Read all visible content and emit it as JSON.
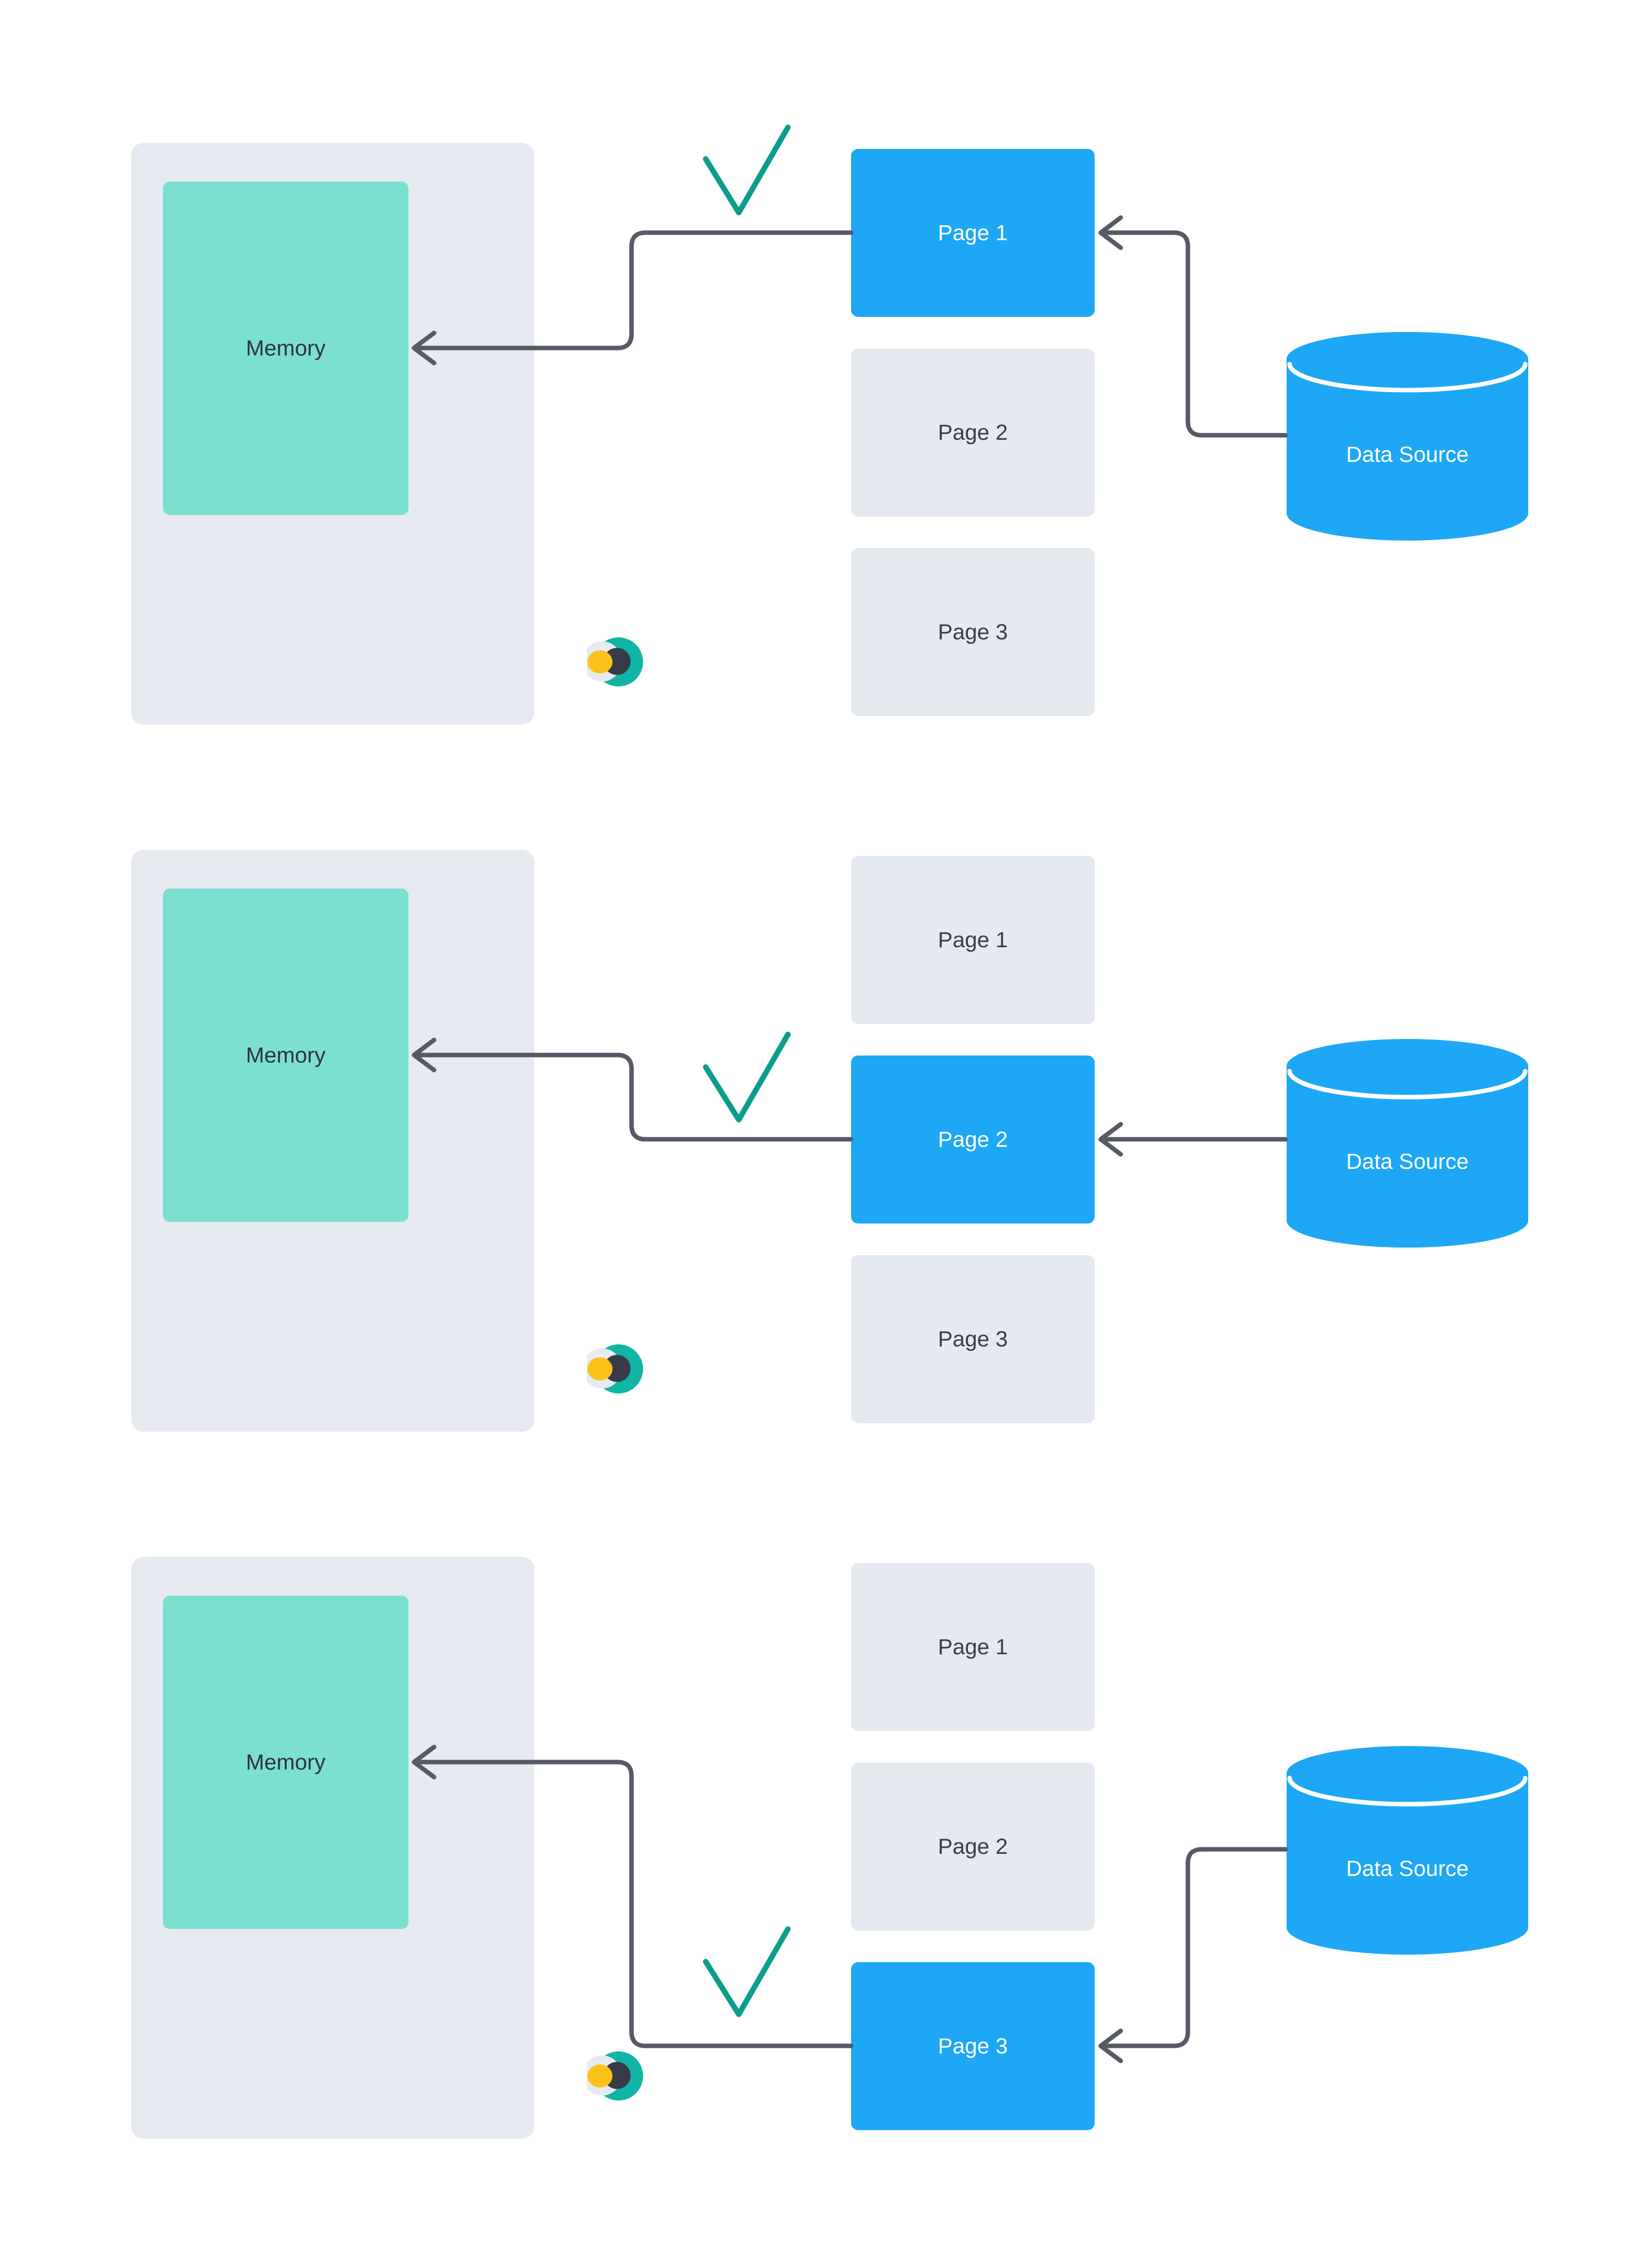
{
  "diagram_title": "",
  "colors": {
    "active_blue": "#1EA7F4",
    "memory_teal": "#7CE0D0",
    "panel_bg": "#E7EAF1",
    "inactive_page_bg": "#E5E9F0",
    "arrow_gray": "#565B66",
    "checkmark_teal": "#0C9D8D",
    "logo_teal": "#10B5A5",
    "logo_yellow": "#FBC21A",
    "logo_dark_navy": "#373B49",
    "dark_text": "#3A3F46",
    "light_text": "#FFFFFF"
  },
  "icons": {
    "logo": "eclipse-logo-icon",
    "checkmark": "checkmark-icon",
    "arrowhead": "chevron-left-arrowhead"
  },
  "panels": [
    {
      "memory_label": "Memory",
      "datasource_label": "Data Source",
      "active_page": "Page 1",
      "pages": [
        {
          "label": "Page 1",
          "active": true
        },
        {
          "label": "Page 2",
          "active": false
        },
        {
          "label": "Page 3",
          "active": false
        }
      ]
    },
    {
      "memory_label": "Memory",
      "datasource_label": "Data Source",
      "active_page": "Page 2",
      "pages": [
        {
          "label": "Page 1",
          "active": false
        },
        {
          "label": "Page 2",
          "active": true
        },
        {
          "label": "Page 3",
          "active": false
        }
      ]
    },
    {
      "memory_label": "Memory",
      "datasource_label": "Data Source",
      "active_page": "Page 3",
      "pages": [
        {
          "label": "Page 1",
          "active": false
        },
        {
          "label": "Page 2",
          "active": false
        },
        {
          "label": "Page 3",
          "active": true
        }
      ]
    }
  ]
}
